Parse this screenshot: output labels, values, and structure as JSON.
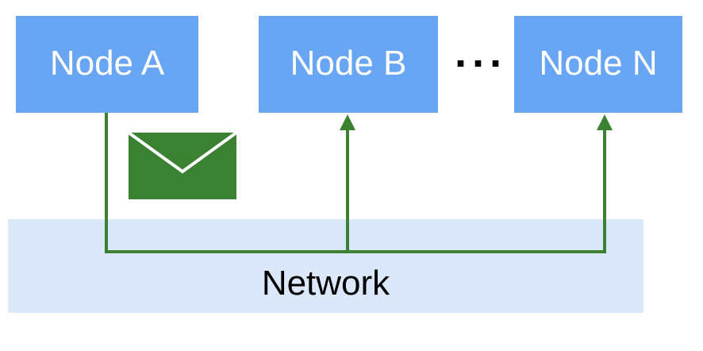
{
  "nodes": {
    "a": "Node A",
    "b": "Node B",
    "n": "Node N"
  },
  "ellipsis": "···",
  "network": {
    "label": "Network"
  },
  "colors": {
    "node_fill": "#68a5f2",
    "network_fill": "#dae8fa",
    "link_color": "#3b8132",
    "message_fill": "#3b8132"
  },
  "icons": {
    "message": "envelope-icon"
  }
}
